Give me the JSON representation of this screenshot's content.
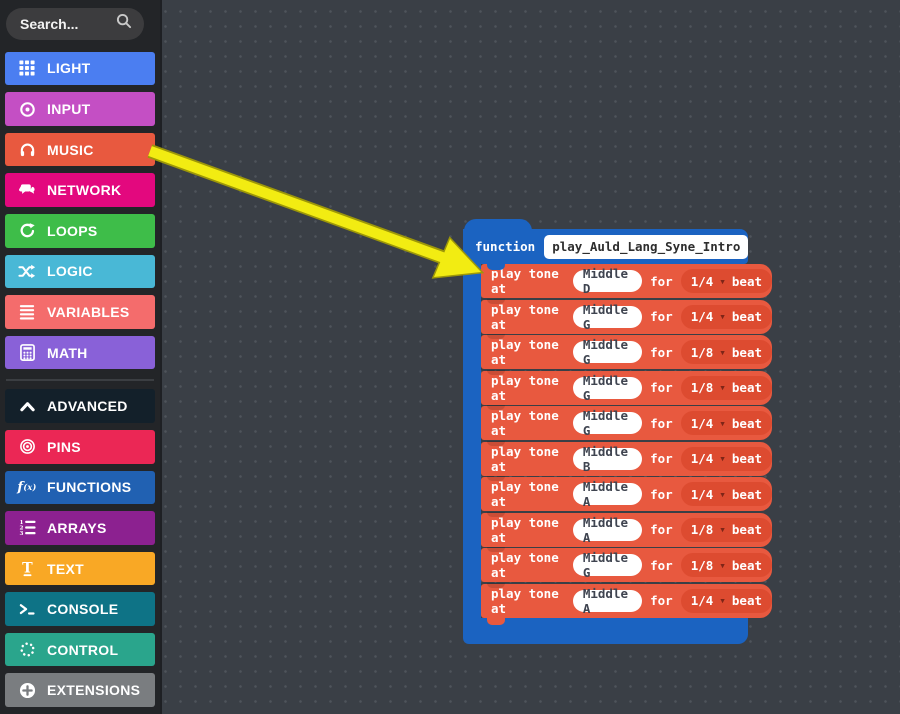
{
  "search": {
    "placeholder": "Search..."
  },
  "sidebar": {
    "categories": [
      {
        "label": "LIGHT",
        "color": "#4b7ef1",
        "icon": "grid-icon"
      },
      {
        "label": "INPUT",
        "color": "#c44fc4",
        "icon": "target-icon"
      },
      {
        "label": "MUSIC",
        "color": "#e8593f",
        "icon": "headphones-icon"
      },
      {
        "label": "NETWORK",
        "color": "#e3087e",
        "icon": "chat-icon"
      },
      {
        "label": "LOOPS",
        "color": "#3ebd49",
        "icon": "refresh-icon"
      },
      {
        "label": "LOGIC",
        "color": "#49b8d6",
        "icon": "shuffle-icon"
      },
      {
        "label": "VARIABLES",
        "color": "#f46c6c",
        "icon": "lines-icon"
      },
      {
        "label": "MATH",
        "color": "#8961d8",
        "icon": "calculator-icon"
      },
      {
        "label": "ADVANCED",
        "color": "#13202a",
        "icon": "chevron-up-icon"
      },
      {
        "label": "PINS",
        "color": "#eb2755",
        "icon": "bullseye-icon"
      },
      {
        "label": "FUNCTIONS",
        "color": "#2161b2",
        "icon": "fx-icon"
      },
      {
        "label": "ARRAYS",
        "color": "#8c2190",
        "icon": "numbered-list-icon"
      },
      {
        "label": "TEXT",
        "color": "#f9a825",
        "icon": "text-icon"
      },
      {
        "label": "CONSOLE",
        "color": "#0e7386",
        "icon": "terminal-icon"
      },
      {
        "label": "CONTROL",
        "color": "#2aa58c",
        "icon": "spinner-icon"
      },
      {
        "label": "EXTENSIONS",
        "color": "#7a7d80",
        "icon": "plus-circle-icon"
      }
    ]
  },
  "workspace": {
    "function_block": {
      "keyword": "function",
      "name": "play_Auld_Lang_Syne_Intro",
      "color": "#1b63c1",
      "statement_color": "#e8593f",
      "labels": {
        "prefix": "play tone at",
        "for": "for",
        "beat": "beat",
        "caret": "▾"
      },
      "rows": [
        {
          "note": "Middle D",
          "duration": "1/4"
        },
        {
          "note": "Middle G",
          "duration": "1/4"
        },
        {
          "note": "Middle G",
          "duration": "1/8"
        },
        {
          "note": "Middle G",
          "duration": "1/8"
        },
        {
          "note": "Middle G",
          "duration": "1/4"
        },
        {
          "note": "Middle B",
          "duration": "1/4"
        },
        {
          "note": "Middle A",
          "duration": "1/4"
        },
        {
          "note": "Middle A",
          "duration": "1/8"
        },
        {
          "note": "Middle G",
          "duration": "1/8"
        },
        {
          "note": "Middle A",
          "duration": "1/4"
        }
      ]
    },
    "annotation_arrow": {
      "color": "#f3ee11"
    }
  }
}
